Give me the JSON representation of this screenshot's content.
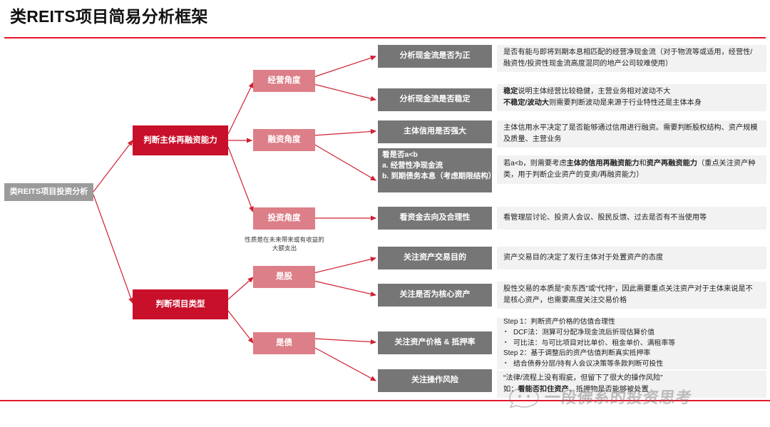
{
  "title": "类REITS项目简易分析框架",
  "colors": {
    "accent_red": "#c8102a",
    "rule_red": "#e2182a",
    "pink": "#dd7f88",
    "gray_node": "#767676",
    "gray_root": "#9b9b9b",
    "panel_bg": "#f2f2f2"
  },
  "root": {
    "label": "类REITS项目投资分析"
  },
  "branches": [
    {
      "key": "refinancing",
      "label": "判断主体再融资能力"
    },
    {
      "key": "project_type",
      "label": "判断项目类型"
    }
  ],
  "perspectives": [
    {
      "key": "operating",
      "label": "经营角度"
    },
    {
      "key": "financing",
      "label": "融资角度"
    },
    {
      "key": "investing",
      "label": "投资角度",
      "note": "性质是在未来带来或有收益的大额支出"
    },
    {
      "key": "equity",
      "label": "是股"
    },
    {
      "key": "debt",
      "label": "是债"
    }
  ],
  "items": [
    {
      "key": "cashflow-positive",
      "label": "分析现金流是否为正",
      "lines": [
        {
          "runs": [
            {
              "t": "是否有能与即将到期本息相匹配的经营净现金流（对于物流等或适用，经营性/融资性/投资性现金流高度混同的地产公司较难使用）",
              "b": false
            }
          ]
        }
      ]
    },
    {
      "key": "cashflow-stable",
      "label": "分析现金流是否稳定",
      "lines": [
        {
          "runs": [
            {
              "t": "稳定",
              "b": true
            },
            {
              "t": "说明主体经营比较稳健，主营业务相对波动不大",
              "b": false
            }
          ]
        },
        {
          "runs": [
            {
              "t": "不稳定/波动大",
              "b": true
            },
            {
              "t": "则需要判断波动是来源于行业特性还是主体本身",
              "b": false
            }
          ]
        }
      ]
    },
    {
      "key": "credit-strength",
      "label": "主体信用是否强大",
      "lines": [
        {
          "runs": [
            {
              "t": "主体信用水平决定了是否能够通过信用进行融资。需要判断股权结构、资产规模及质量、主营业务",
              "b": false
            }
          ]
        }
      ]
    },
    {
      "key": "a-lt-b",
      "label_lines": [
        {
          "t": "看是否a<b",
          "b": true
        },
        {
          "t": "a. 经营性净现金流",
          "b": true
        },
        {
          "t": "b. 到期债务本息（考虑期限结构）",
          "b": true
        }
      ],
      "lines": [
        {
          "runs": [
            {
              "t": "若a<b，则需要考虑",
              "b": false
            },
            {
              "t": "主体的信用再融资能力",
              "b": true
            },
            {
              "t": "和",
              "b": false
            },
            {
              "t": "资产再融资能力",
              "b": true
            },
            {
              "t": "（重点关注资产种类，用于判断企业资产的变卖/再融资能力）",
              "b": false
            }
          ]
        }
      ]
    },
    {
      "key": "fund-usage",
      "label": "看资金去向及合理性",
      "lines": [
        {
          "runs": [
            {
              "t": "看管理层讨论、投资人会议、股民反馈、过去是否有不当使用等",
              "b": false
            }
          ]
        }
      ]
    },
    {
      "key": "asset-deal-purpose",
      "label": "关注资产交易目的",
      "lines": [
        {
          "runs": [
            {
              "t": "资产交易目的决定了发行主体对于处置资产的态度",
              "b": false
            }
          ]
        }
      ]
    },
    {
      "key": "core-asset",
      "label": "关注是否为核心资产",
      "lines": [
        {
          "runs": [
            {
              "t": "股性交易的本质是“卖东西”或“代持”，因此需要重点关注资产对于主体来说是不是核心资产，也需要高度关注交易价格",
              "b": false
            }
          ]
        }
      ]
    },
    {
      "key": "asset-price-ltv",
      "label": "关注资产价格 & 抵押率",
      "steps": [
        {
          "kind": "head",
          "t": "Step 1：判断资产价格的估值合理性"
        },
        {
          "kind": "bullet",
          "t": "DCF法：测算可分配净现金流后折现估算价值"
        },
        {
          "kind": "bullet",
          "t": "可比法：与可比项目对比单价、租金单价、满租率等"
        },
        {
          "kind": "head",
          "t": "Step 2：基于调整后的资产估值判断真实抵押率"
        },
        {
          "kind": "bullet",
          "t": "结合债券分层/持有人会议决策等条款判断可投性"
        }
      ]
    },
    {
      "key": "operational-risk",
      "label": "关注操作风险",
      "lines": [
        {
          "runs": [
            {
              "t": "“法律/流程上没有瑕疵，但留下了很大的操作风险”",
              "b": false
            }
          ]
        },
        {
          "runs": [
            {
              "t": "如：",
              "b": false
            },
            {
              "t": "看能否扣住资产",
              "b": true
            },
            {
              "t": "、抵押物是否能够被处置",
              "b": false
            }
          ]
        }
      ]
    }
  ],
  "watermark": {
    "text": "一段佛系的投资思考",
    "icon": "speech-bubble-icon"
  }
}
